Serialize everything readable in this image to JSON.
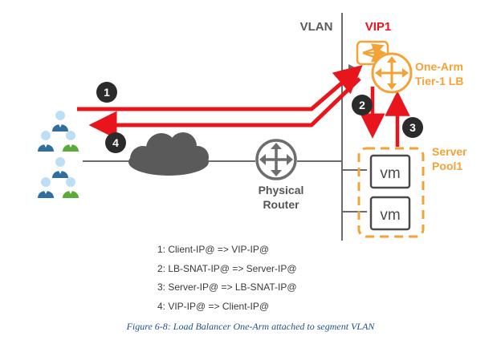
{
  "diagram": {
    "segment_label": "VLAN",
    "vip_label": "VIP1",
    "lb_label_line1": "One-Arm",
    "lb_label_line2": "Tier-1 LB",
    "pool_label_line1": "Server",
    "pool_label_line2": "Pool1",
    "router_label_line1": "Physical",
    "router_label_line2": "Router",
    "vm_label": "vm",
    "step_badges": [
      "1",
      "2",
      "3",
      "4"
    ]
  },
  "legend": [
    "1: Client-IP@ => VIP-IP@",
    "2: LB-SNAT-IP@ => Server-IP@",
    "3: Server-IP@ => LB-SNAT-IP@",
    "4: VIP-IP@ => Client-IP@"
  ],
  "caption": "Figure 6-8:  Load Balancer One-Arm attached to segment VLAN",
  "colors": {
    "flow_arrow": "#e8161c",
    "load_balancer": "#f4a236",
    "segment_line": "#6b6b6b",
    "router": "#6d6d6d",
    "cloud": "#5a5a5a",
    "badge": "#2b2b2b",
    "user_blue": "#2f6f9f",
    "user_green": "#5aab3c",
    "user_head": "#8fc3e8",
    "caption": "#1f4f8f"
  },
  "icons": [
    "users-group-icon",
    "cloud-icon",
    "router-icon",
    "load-balancer-icon",
    "vm-icon"
  ]
}
